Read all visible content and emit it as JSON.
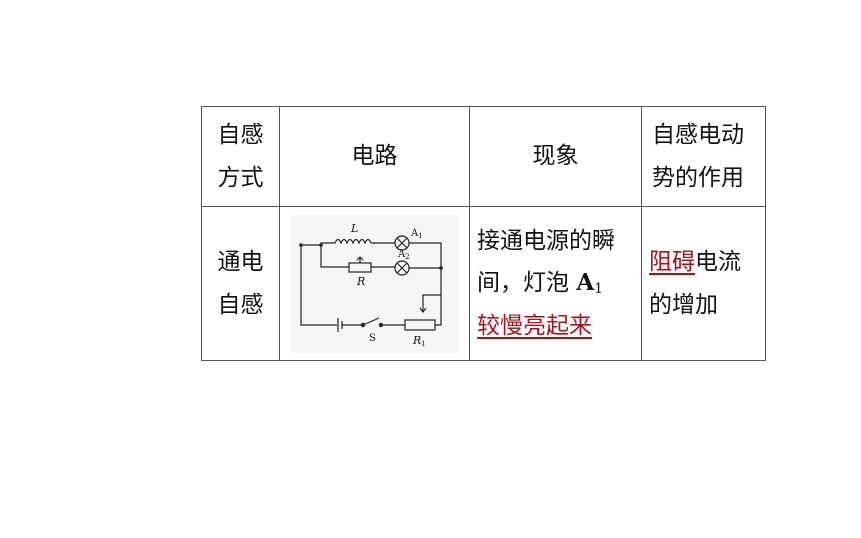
{
  "table": {
    "headers": {
      "col1": [
        "自感",
        "方式"
      ],
      "col2": "电路",
      "col3": "现象",
      "col4": [
        "自感电动",
        "势的作用"
      ]
    },
    "row": {
      "type": [
        "通电",
        "自感"
      ],
      "phenomenon": {
        "line1": "接通电源的瞬",
        "line2_prefix": "间，灯泡 ",
        "lamp": "A",
        "lamp_sub": "1",
        "line3_highlight": "较慢亮起来"
      },
      "role": {
        "highlight": "阻碍",
        "line1_rest": "电流",
        "line2": "的增加"
      }
    }
  },
  "circuit": {
    "inductor": "L",
    "lamp1": "A",
    "lamp1_sub": "1",
    "lamp2": "A",
    "lamp2_sub": "2",
    "resistor": "R",
    "switch": "S",
    "rheostat": "R",
    "rheostat_sub": "1"
  },
  "colors": {
    "highlight": "#a0151b",
    "border": "#555555"
  }
}
